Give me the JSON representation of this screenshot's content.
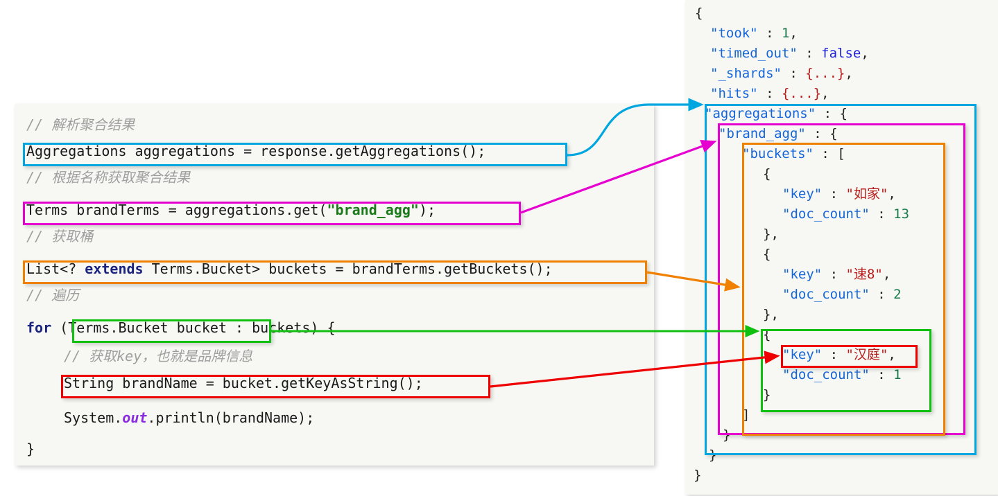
{
  "code_panel": {
    "language": "java",
    "lines": [
      {
        "id": "c1",
        "type": "comment",
        "text": "// 解析聚合结果"
      },
      {
        "id": "c2",
        "type": "code",
        "text": "Aggregations aggregations = response.getAggregations();"
      },
      {
        "id": "c3",
        "type": "comment",
        "text": "// 根据名称获取聚合结果"
      },
      {
        "id": "c4",
        "type": "code",
        "text": "Terms brandTerms = aggregations.get(\"brand_agg\");"
      },
      {
        "id": "c5",
        "type": "comment",
        "text": "// 获取桶"
      },
      {
        "id": "c6",
        "type": "code",
        "text": "List<? extends Terms.Bucket> buckets = brandTerms.getBuckets();"
      },
      {
        "id": "c7",
        "type": "comment",
        "text": "// 遍历"
      },
      {
        "id": "c8",
        "type": "code",
        "text": "for (Terms.Bucket bucket : buckets) {"
      },
      {
        "id": "c9",
        "type": "comment",
        "text": "// 获取key，也就是品牌信息"
      },
      {
        "id": "c10",
        "type": "code",
        "text": "String brandName = bucket.getKeyAsString();"
      },
      {
        "id": "c11",
        "type": "code",
        "text": "System.out.println(brandName);"
      },
      {
        "id": "c12",
        "type": "code",
        "text": "}"
      }
    ],
    "tokens": {
      "c2_a": "Aggregations aggregations = response.getAggregations();",
      "c4_a": "Terms brandTerms = aggregations.get(",
      "c4_str": "\"brand_agg\"",
      "c4_b": ");",
      "c6_a": "List<? ",
      "c6_kw": "extends",
      "c6_b": " Terms.Bucket> buckets = brandTerms.getBuckets();",
      "c8_kw": "for",
      "c8_a": " (Terms.Bucket bucket : buckets) {",
      "c10_a": "String brandName = bucket.getKeyAsString();",
      "c11_a": "System.",
      "c11_fld": "out",
      "c11_b": ".println(brandName);",
      "c12_a": "}"
    }
  },
  "json_panel": {
    "title": "elasticsearch aggregation response",
    "lines": [
      {
        "id": "j1",
        "indent": 0,
        "punct": "{"
      },
      {
        "id": "j2",
        "indent": 1,
        "key": "\"took\"",
        "sep": " : ",
        "value": "1",
        "vtype": "num",
        "tail": ","
      },
      {
        "id": "j3",
        "indent": 1,
        "key": "\"timed_out\"",
        "sep": " : ",
        "value": "false",
        "vtype": "bool",
        "tail": ","
      },
      {
        "id": "j4",
        "indent": 1,
        "key": "\"_shards\"",
        "sep": " : ",
        "value": "{...}",
        "vtype": "obj",
        "tail": ","
      },
      {
        "id": "j5",
        "indent": 1,
        "key": "\"hits\"",
        "sep": " : ",
        "value": "{...}",
        "vtype": "obj",
        "tail": ","
      },
      {
        "id": "j6",
        "indent": 1,
        "key": "\"aggregations\"",
        "sep": " : ",
        "value": "{",
        "vtype": "punct",
        "tail": ""
      },
      {
        "id": "j7",
        "indent": 2,
        "key": "\"brand_agg\"",
        "sep": " : ",
        "value": "{",
        "vtype": "punct",
        "tail": ""
      },
      {
        "id": "j8",
        "indent": 3,
        "key": "\"buckets\"",
        "sep": " : ",
        "value": "[",
        "vtype": "punct",
        "tail": ""
      },
      {
        "id": "j9",
        "indent": 4,
        "punct": "{"
      },
      {
        "id": "j10",
        "indent": 5,
        "key": "\"key\"",
        "sep": " : ",
        "value": "\"如家\"",
        "vtype": "str",
        "tail": ","
      },
      {
        "id": "j11",
        "indent": 5,
        "key": "\"doc_count\"",
        "sep": " : ",
        "value": "13",
        "vtype": "num",
        "tail": ""
      },
      {
        "id": "j12",
        "indent": 4,
        "punct": "},"
      },
      {
        "id": "j13",
        "indent": 4,
        "punct": "{"
      },
      {
        "id": "j14",
        "indent": 5,
        "key": "\"key\"",
        "sep": " : ",
        "value": "\"速8\"",
        "vtype": "str",
        "tail": ","
      },
      {
        "id": "j15",
        "indent": 5,
        "key": "\"doc_count\"",
        "sep": " : ",
        "value": "2",
        "vtype": "num",
        "tail": ""
      },
      {
        "id": "j16",
        "indent": 4,
        "punct": "},"
      },
      {
        "id": "j17",
        "indent": 4,
        "punct": "{"
      },
      {
        "id": "j18",
        "indent": 5,
        "key": "\"key\"",
        "sep": " : ",
        "value": "\"汉庭\"",
        "vtype": "str",
        "tail": ","
      },
      {
        "id": "j19",
        "indent": 5,
        "key": "\"doc_count\"",
        "sep": " : ",
        "value": "1",
        "vtype": "num",
        "tail": ""
      },
      {
        "id": "j20",
        "indent": 4,
        "punct": "}"
      },
      {
        "id": "j21",
        "indent": 3,
        "punct": "]"
      },
      {
        "id": "j22",
        "indent": 2,
        "punct": "}"
      },
      {
        "id": "j23",
        "indent": 1,
        "punct": "}"
      },
      {
        "id": "j24",
        "indent": 0,
        "punct": "}"
      }
    ]
  },
  "mapping": {
    "connections": [
      {
        "name": "aggregations",
        "color": "#00a6e0",
        "from": "code-hl-aggregations",
        "to": "json-hl-aggregations"
      },
      {
        "name": "brand_agg",
        "color": "#e600d0",
        "from": "code-hl-brandterms",
        "to": "json-hl-brandagg"
      },
      {
        "name": "buckets",
        "color": "#f08000",
        "from": "code-hl-buckets",
        "to": "json-hl-buckets"
      },
      {
        "name": "bucket",
        "color": "#10c010",
        "from": "code-hl-bucket",
        "to": "json-hl-bucket"
      },
      {
        "name": "key",
        "color": "#ee0000",
        "from": "code-hl-brandname",
        "to": "json-hl-key"
      }
    ]
  },
  "colors": {
    "cyan": "#00a6e0",
    "magenta": "#e600d0",
    "orange": "#f08000",
    "green": "#10c010",
    "red": "#ee0000",
    "panel_bg": "#f7f8f3",
    "comment": "#9e9e9e",
    "json_key": "#1565d8",
    "json_string": "#b71c1c",
    "json_number": "#1b7a4b",
    "json_boolean": "#2222dd"
  }
}
